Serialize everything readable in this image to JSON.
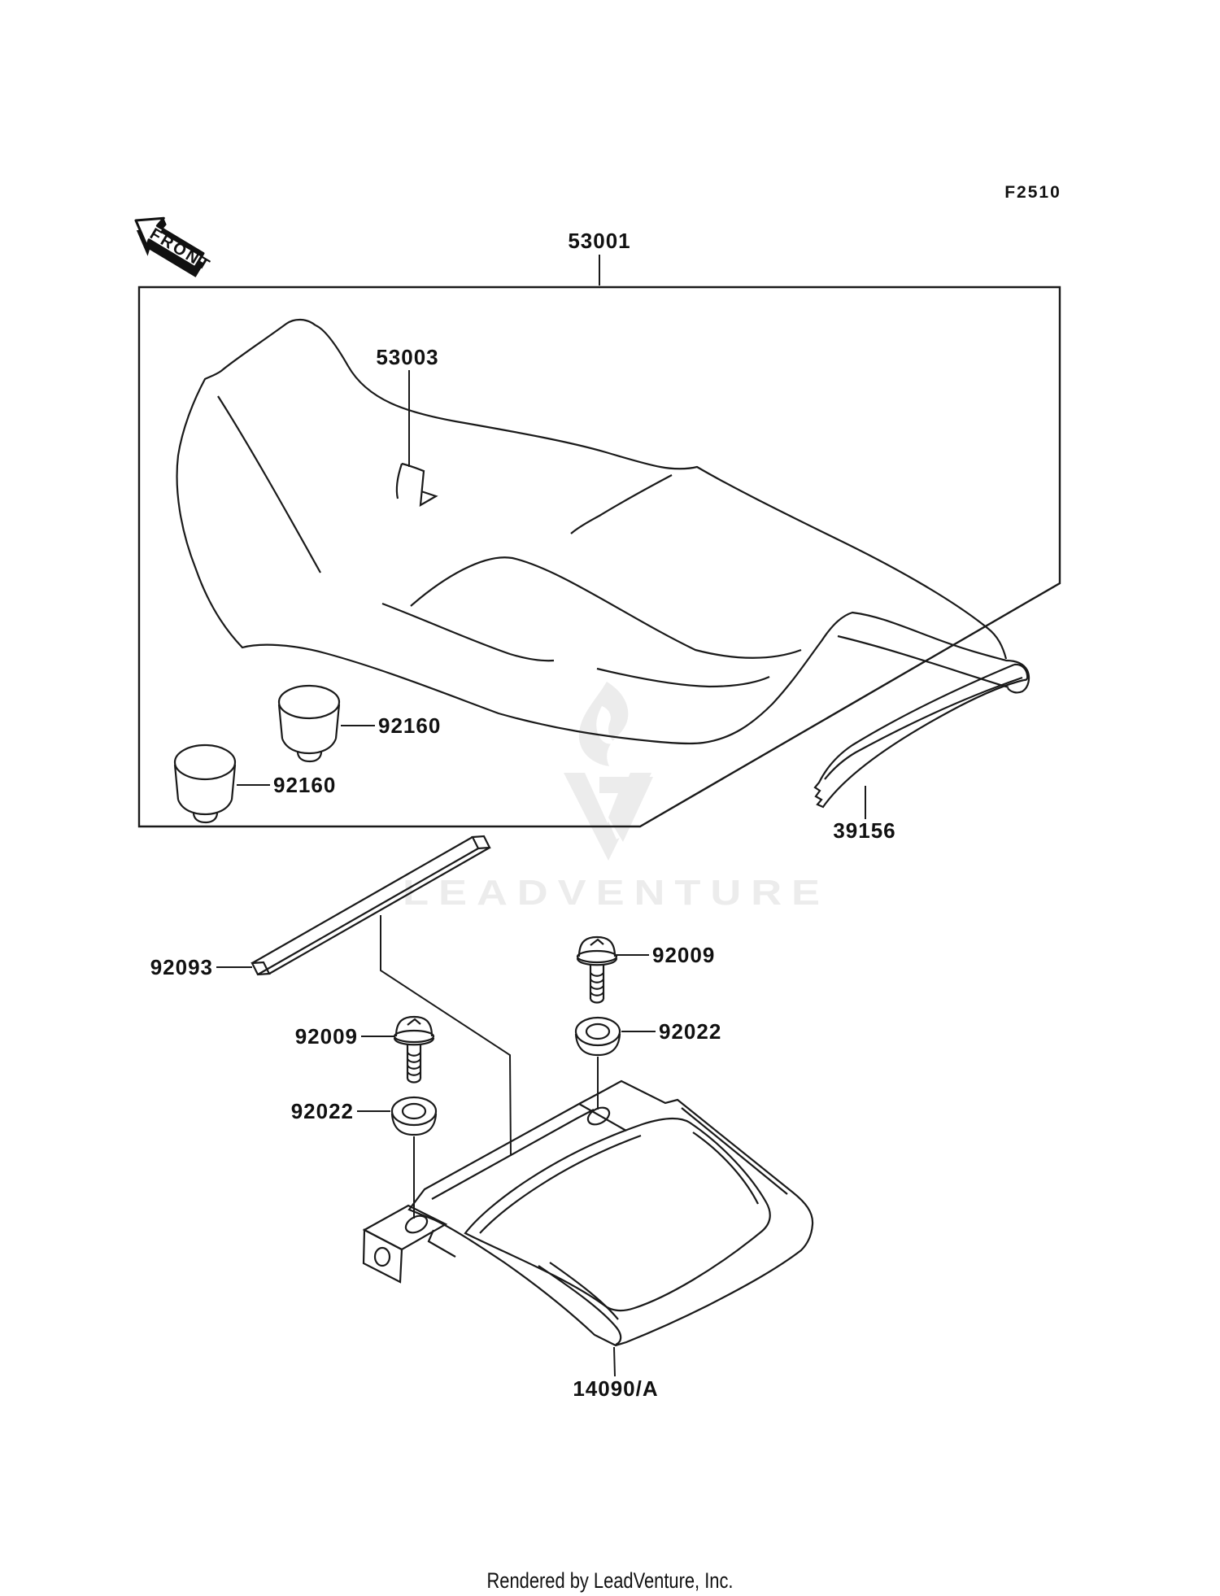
{
  "page": {
    "background": "#ffffff",
    "line_color": "#1a1a1a",
    "watermark_color": "#ececec"
  },
  "header": {
    "diagram_code": "F2510"
  },
  "orientation": {
    "front_label": "FRONT"
  },
  "part_labels": {
    "seat_assembly": "53001",
    "seat_band": "53003",
    "damper_upper": "92160",
    "damper_lower": "92160",
    "pad": "39156",
    "trim_strip": "92093",
    "screw_left": "92009",
    "screw_right": "92009",
    "washer_left": "92022",
    "washer_right": "92022",
    "cover": "14090/A"
  },
  "watermark": {
    "text": "LEADVENTURE"
  },
  "footer": {
    "credit": "Rendered by LeadVenture, Inc."
  }
}
